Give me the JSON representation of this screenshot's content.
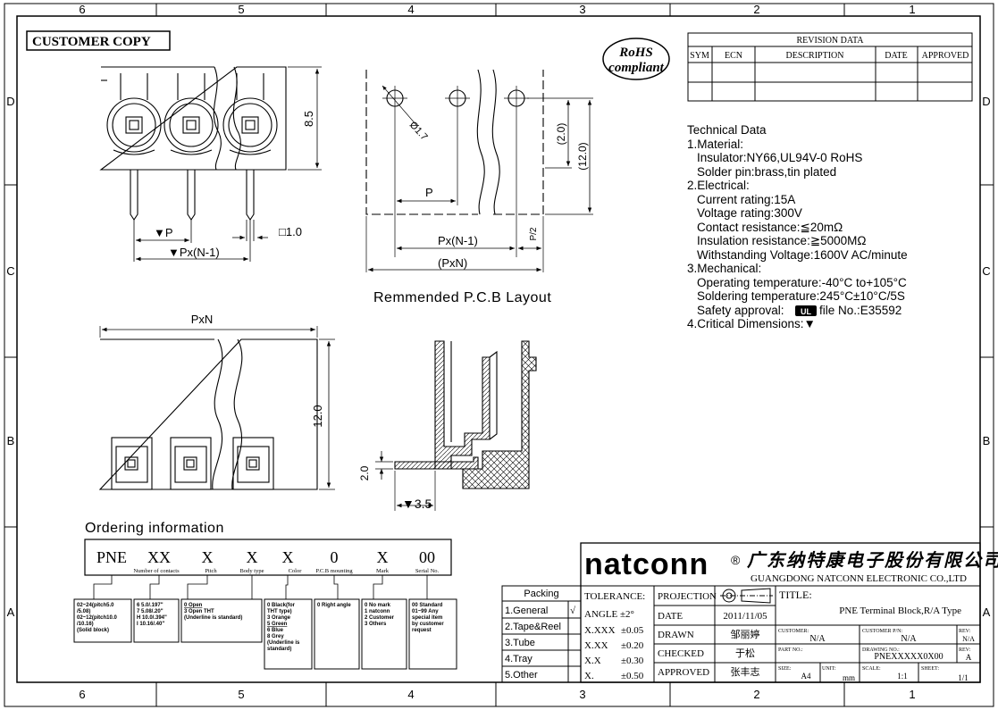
{
  "frame": {
    "columns_top": [
      "6",
      "5",
      "4",
      "3",
      "2",
      "1"
    ],
    "columns_bottom": [
      "6",
      "5",
      "4",
      "3",
      "2",
      "1"
    ],
    "rows_left": [
      "D",
      "C",
      "B",
      "A"
    ],
    "rows_right": [
      "D",
      "C",
      "B",
      "A"
    ],
    "stamp": "CUSTOMER COPY"
  },
  "rohs": {
    "line1": "RoHS",
    "line2": "compliant"
  },
  "revision": {
    "title": "REVISION DATA",
    "headers": [
      "SYM",
      "ECN",
      "DESCRIPTION",
      "DATE",
      "APPROVED"
    ]
  },
  "technical": {
    "lines": [
      "Technical Data",
      "1.Material:",
      "  Insulator:NY66,UL94V-0 RoHS",
      "  Solder pin:brass,tin plated",
      "2.Electrical:",
      "  Current rating:15A",
      "  Voltage rating:300V",
      "  Contact resistance:≦20mΩ",
      "  Insulation resistance:≧5000MΩ",
      "  Withstanding Voltage:1600V AC/minute",
      "3.Mechanical:",
      "  Operating temperature:-40°C to+105°C",
      "  Soldering temperature:245°C±10°C/5S",
      "  Safety approval:",
      "4.Critical Dimensions:▼"
    ],
    "safety_suffix": "file No.:E35592",
    "ul_mark": "UL"
  },
  "dims": {
    "top_height": "8.5",
    "pitch": "▼P",
    "pitch_total": "▼Px(N-1)",
    "pin": "□1.0",
    "hole": "Ø1.7",
    "pcb_p": "P",
    "pcb_pxn1": "Px(N-1)",
    "pcb_pxn": "(PxN)",
    "pcb_half": "P/2",
    "pcb_2": "(2.0)",
    "pcb_12": "(12.0)",
    "pcb_caption": "Remmended P.C.B Layout",
    "front_width": "PxN",
    "front_height": "12.0",
    "side_2": "2.0",
    "side_35": "▼3.5"
  },
  "ordering": {
    "title": "Ordering information",
    "codes": [
      "PNE",
      "XX",
      "X",
      "X",
      "X",
      "0",
      "X",
      "00"
    ],
    "labels": [
      "Number of contacts",
      "Pitch",
      "Body type",
      "Color",
      "P.C.B mounting",
      "Mark",
      "Serial No."
    ],
    "boxes": [
      [
        "02~24(pitch5.0",
        "/5.08)",
        "02~12(pitch10.0",
        "/10.16)",
        "(Solid block)"
      ],
      [
        "6 5.0/.197\"",
        "7 5.08/.20\"",
        "H 10.0/.394\"",
        "I 10.16/.40\""
      ],
      [
        "0 Open",
        "3 Open THT",
        "(Underline is standard)"
      ],
      [
        "0 Black(for",
        "THT type)",
        "3 Orange",
        "5 Green",
        "6 Blue",
        "8 Grey",
        "(Underline is",
        "standard)"
      ],
      [
        "0 Right angle"
      ],
      [
        "0 No mark",
        "1 natconn",
        "2 Customer",
        "3 Others"
      ],
      [
        "00 Standard",
        "01~99 Any",
        "special item",
        "by customer",
        "request"
      ]
    ]
  },
  "packing": {
    "title": "Packing",
    "items": [
      "1.General",
      "2.Tape&Reel",
      "3.Tube",
      "4.Tray",
      "5.Other"
    ],
    "check": "√"
  },
  "tolerance": {
    "title": "TOLERANCE:",
    "angle": "ANGLE ±2°",
    "rows": [
      [
        "X.XXX",
        "±0.05"
      ],
      [
        "X.XX",
        "±0.20"
      ],
      [
        "X.X",
        "±0.30"
      ],
      [
        "X.",
        "±0.50"
      ]
    ]
  },
  "company": {
    "logo": "natconn",
    "reg": "®",
    "cn_name": "广东纳特康电子股份有限公司",
    "en_name": "GUANGDONG NATCONN ELECTRONIC CO.,LTD"
  },
  "approval": {
    "rows": [
      [
        "PROJECTION",
        ""
      ],
      [
        "DATE",
        "2011/11/05"
      ],
      [
        "DRAWN",
        "邹丽婷"
      ],
      [
        "CHECKED",
        "于松"
      ],
      [
        "APPROVED",
        "张丰志"
      ]
    ]
  },
  "titleblock": {
    "title_label": "TITLE:",
    "title": "PNE  Terminal Block,R/A Type",
    "customer_label": "CUSTOMER:",
    "customer": "N/A",
    "customer_pn_label": "CUSTOMER P/N:",
    "customer_pn": "N/A",
    "rev_label": "REV:",
    "rev1": "N/A",
    "part_label": "PART NO.:",
    "drawing_label": "DRAWING NO.:",
    "drawing": "PNEXXXXX0X00",
    "rev2": "A",
    "size_label": "SIZE:",
    "size": "A4",
    "unit_label": "UNIT:",
    "unit": "mm",
    "scale_label": "SCALE:",
    "scale": "1:1",
    "sheet_label": "SHEET:",
    "sheet": "1/1"
  }
}
